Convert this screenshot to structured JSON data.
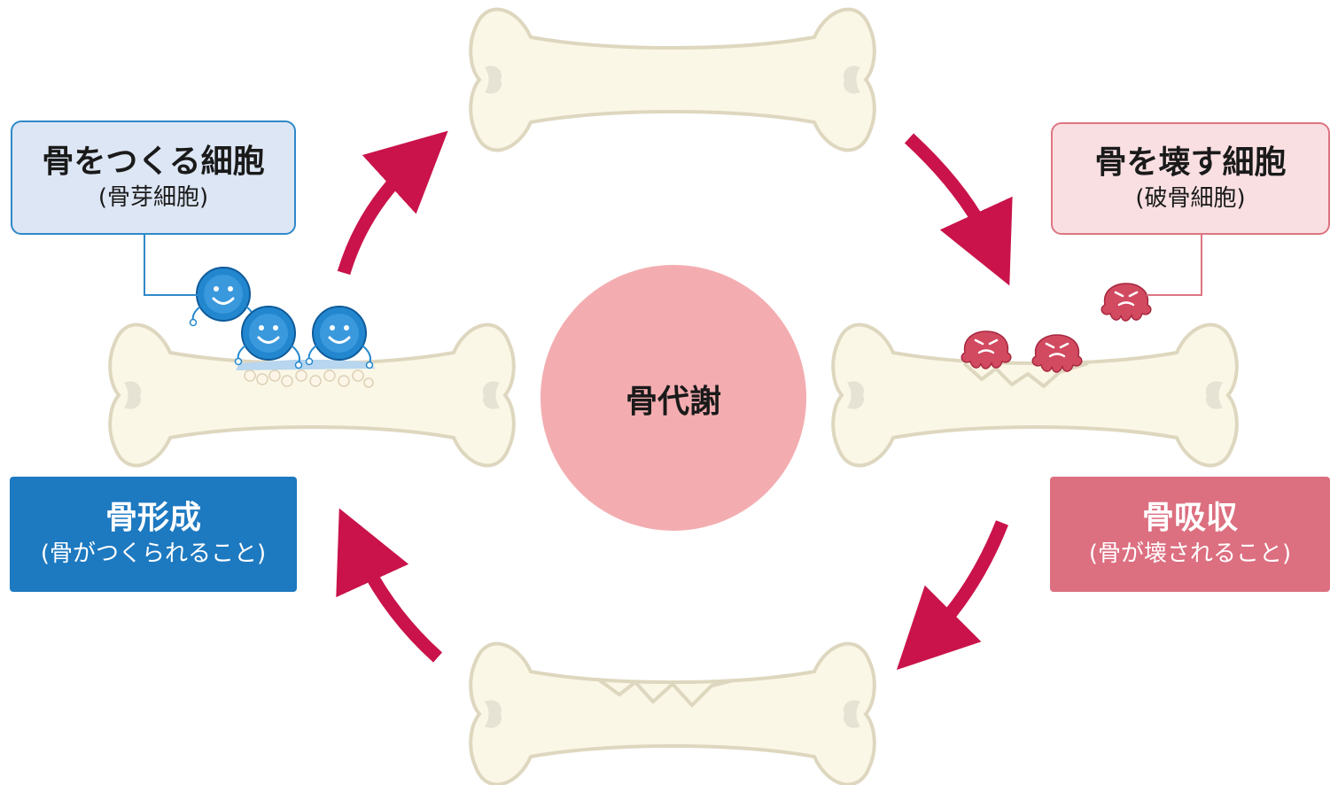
{
  "center": {
    "label": "骨代謝"
  },
  "osteoblast": {
    "title": "骨をつくる細胞",
    "subtitle": "(骨芽細胞)"
  },
  "osteoclast": {
    "title": "骨を壊す細胞",
    "subtitle": "(破骨細胞)"
  },
  "formation": {
    "title": "骨形成",
    "subtitle": "(骨がつくられること)"
  },
  "resorption": {
    "title": "骨吸収",
    "subtitle": "(骨が壊されること)"
  },
  "colors": {
    "bone_fill": "#fbf7e6",
    "bone_stroke": "#ded7bf",
    "arrow": "#c9134a",
    "center_circle": "#f3adb0",
    "osteoblast_cell": "#2387cf",
    "osteoclast_cell": "#d24a60",
    "formation_box": "#1d79c0",
    "resorption_box": "#dc6f80"
  },
  "icons": {
    "osteoblast": "smiling-blue-cell-icon",
    "osteoclast": "angry-red-cell-icon",
    "arrow": "curved-arrow-icon"
  }
}
